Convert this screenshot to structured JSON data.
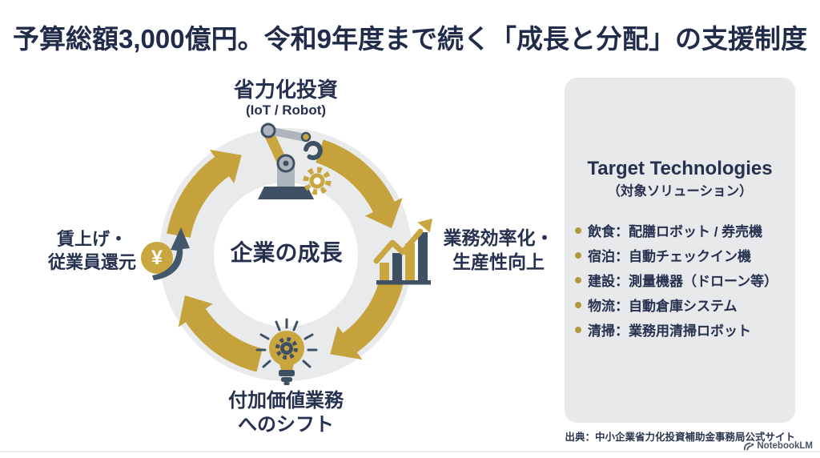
{
  "title": "予算総額3,000億円。令和9年度まで続く「成長と分配」の支援制度",
  "cycle": {
    "center": "企業の成長",
    "top": {
      "label": "省力化投資",
      "sublabel": "(IoT / Robot)",
      "icon": "robot-arm-icon"
    },
    "right": {
      "line1": "業務効率化・",
      "line2": "生産性向上",
      "icon": "bar-chart-icon"
    },
    "bottom": {
      "line1": "付加価値業務",
      "line2": "へのシフト",
      "icon": "lightbulb-gear-icon"
    },
    "left": {
      "line1": "賃上げ・",
      "line2": "従業員還元",
      "coin_symbol": "¥",
      "icon": "yen-coin-icon"
    }
  },
  "panel": {
    "heading": "Target Technologies",
    "subheading": "（対象ソリューション）",
    "items": [
      "飲食：配膳ロボット / 券売機",
      "宿泊：自動チェックイン機",
      "建設：測量機器（ドローン等）",
      "物流：自動倉庫システム",
      "清掃：業務用清掃ロボット"
    ]
  },
  "footer": {
    "source": "出典：中小企業省力化投資補助金事務局公式サイト",
    "brand": "NotebookLM"
  },
  "colors": {
    "gold": "#C5A23C",
    "navy": "#26304F",
    "slate": "#3E5164",
    "ring_gray": "#E9EAEB",
    "panel_bg": "#E8E9EB"
  }
}
